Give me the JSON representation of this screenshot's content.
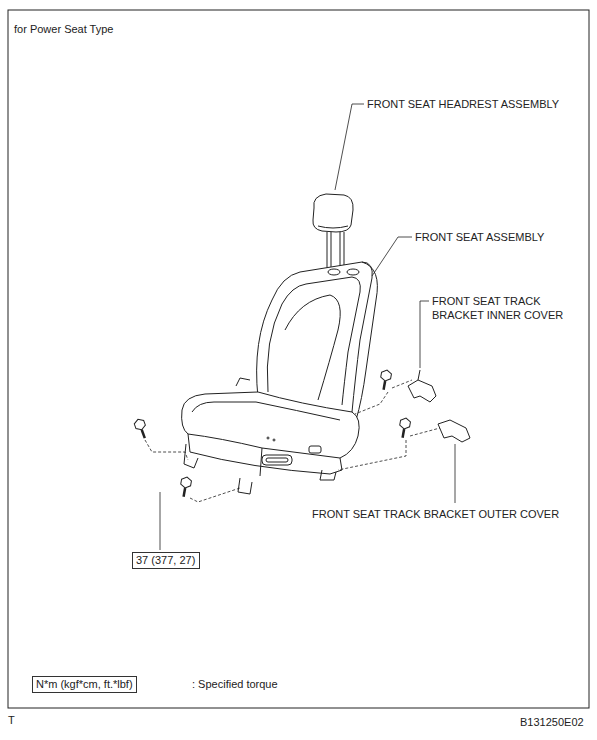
{
  "diagram": {
    "title": "for Power Seat Type",
    "nodes": [
      {
        "text": [
          "37 (377, 27)"
        ]
      },
      {
        "text": [
          "N*m (kgf*cm, ft.*lbf)"
        ]
      }
    ],
    "labels": [
      "FRONT SEAT HEADREST ASSEMBLY",
      "FRONT SEAT ASSEMBLY",
      "FRONT SEAT TRACK BRACKET INNER COVER",
      "FRONT SEAT TRACK BRACKET OUTER COVER",
      ": Specified torque",
      "T",
      "B131250E02"
    ]
  }
}
